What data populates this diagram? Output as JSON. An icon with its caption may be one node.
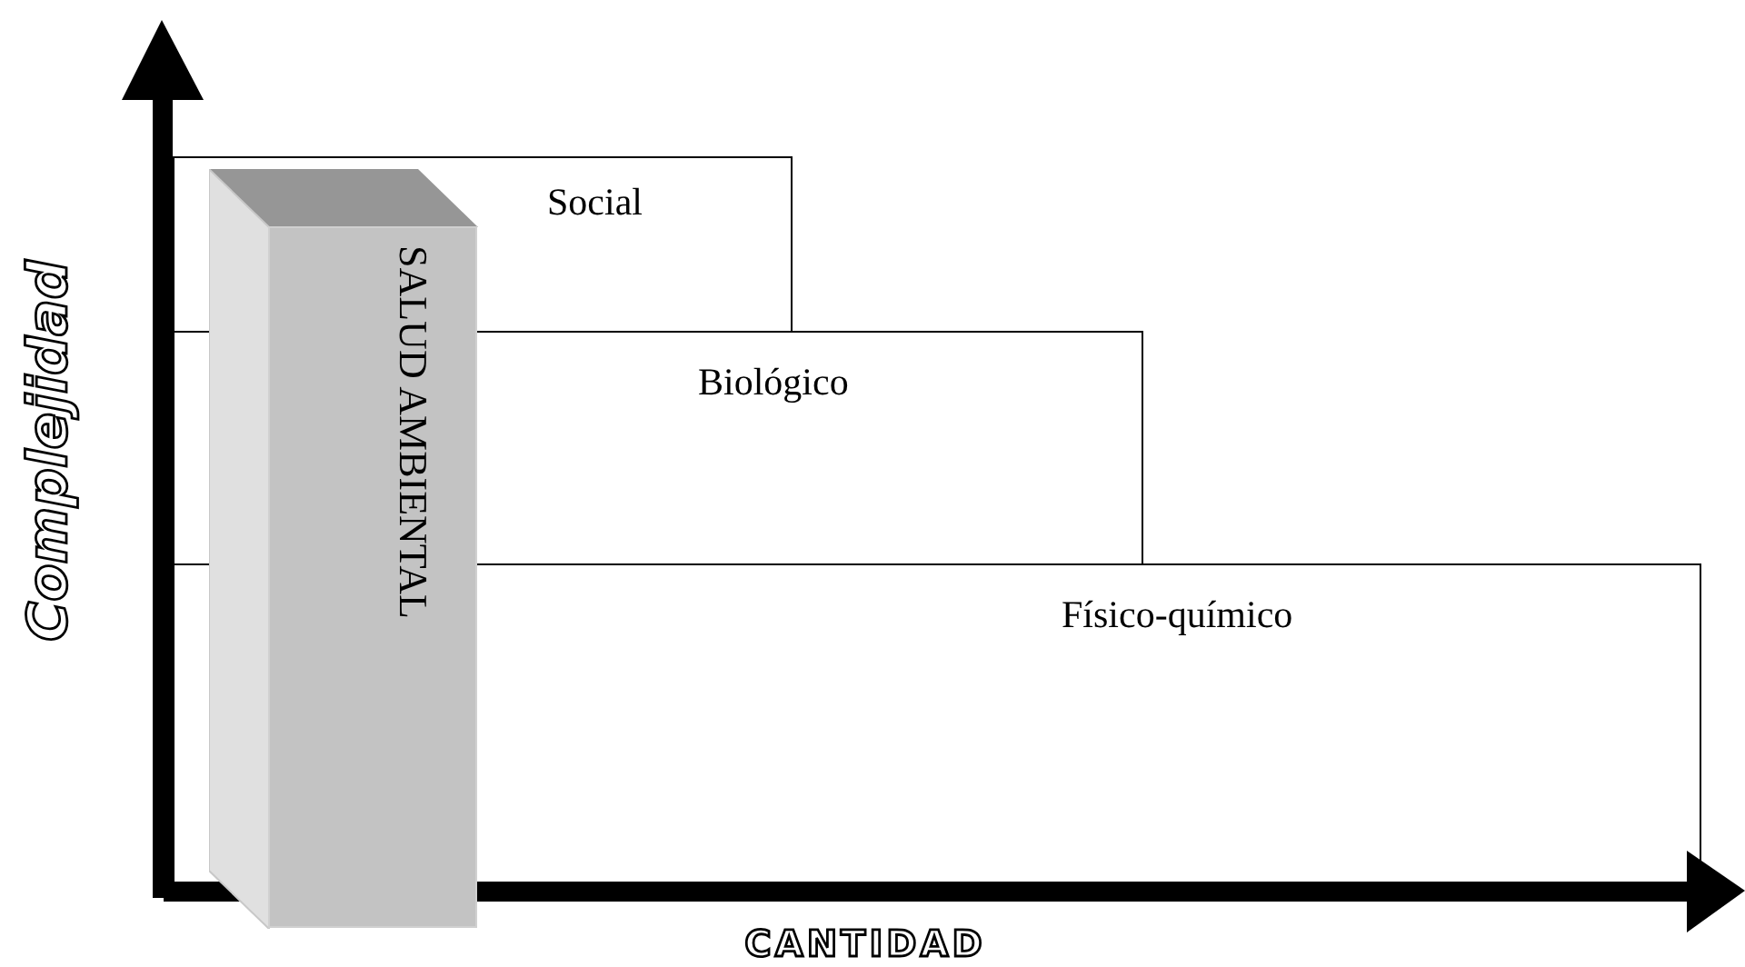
{
  "diagram": {
    "nodes": [
      {
        "text": [
          "Social"
        ]
      },
      {
        "text": [
          "Biológico"
        ]
      },
      {
        "text": [
          "Físico-químico"
        ]
      },
      {
        "text": [
          "SALUD AMBIENTAL"
        ]
      }
    ],
    "labels": [
      "Complejidad",
      "CANTIDAD"
    ]
  }
}
